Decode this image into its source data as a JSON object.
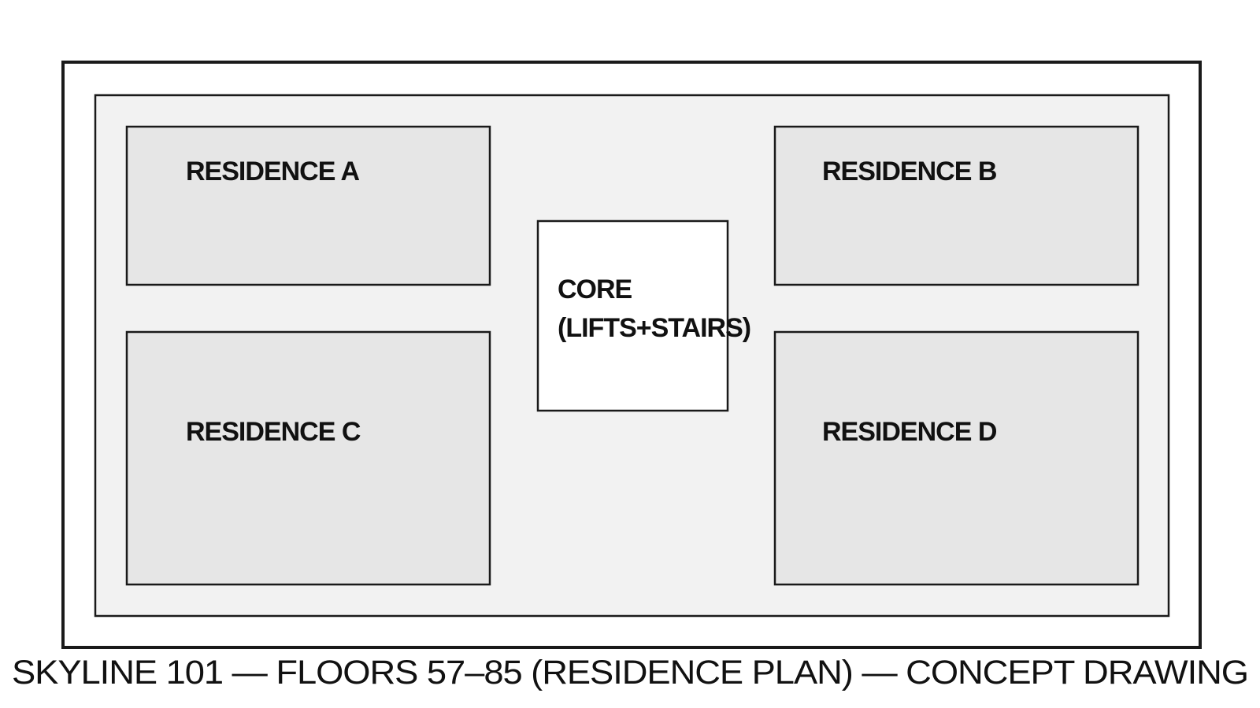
{
  "drawing": {
    "caption": "SKYLINE 101 — FLOORS 57–85 (RESIDENCE PLAN) — CONCEPT DRAWING",
    "colors": {
      "outer_boundary_fill": "#ffffff",
      "floor_fill": "#f2f2f2",
      "residence_fill": "#e6e6e6",
      "core_fill": "#ffffff",
      "stroke": "#1a1a1a"
    },
    "residences": [
      {
        "label": "RESIDENCE A"
      },
      {
        "label": "RESIDENCE B"
      },
      {
        "label": "RESIDENCE C"
      },
      {
        "label": "RESIDENCE D"
      }
    ],
    "core": {
      "label_line1": "CORE",
      "label_line2": "(LIFTS+STAIRS)"
    }
  }
}
